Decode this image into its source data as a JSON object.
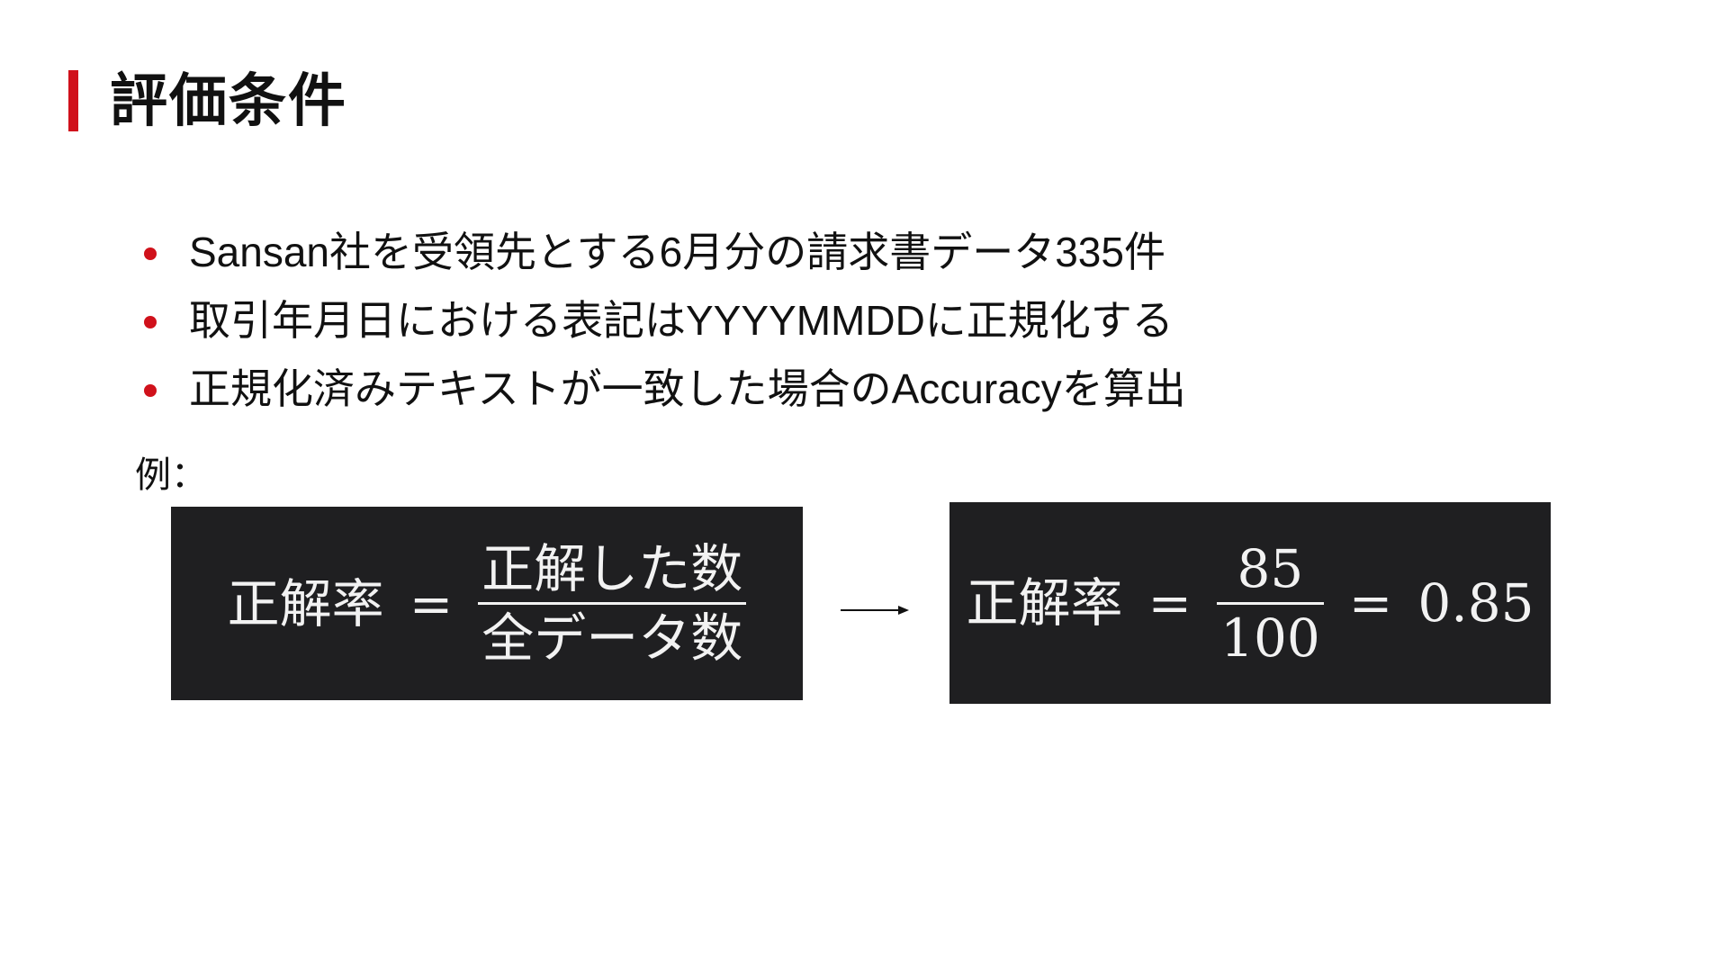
{
  "slide": {
    "title": "評価条件",
    "accent_color": "#d0111b",
    "bullets": [
      "Sansan社を受領先とする6月分の請求書データ335件",
      "取引年月日における表記はYYYYMMDDに正規化する",
      "正規化済みテキストが一致した場合のAccuracyを算出"
    ],
    "example_label": "例："
  },
  "formula_general": {
    "lhs": "正解率",
    "equals": "=",
    "numerator": "正解した数",
    "denominator": "全データ数"
  },
  "formula_example": {
    "lhs": "正解率",
    "equals": "=",
    "numerator": "85",
    "denominator": "100",
    "equals_2": "=",
    "result": "0.85"
  },
  "icons": {
    "arrow": "right-arrow-icon"
  }
}
